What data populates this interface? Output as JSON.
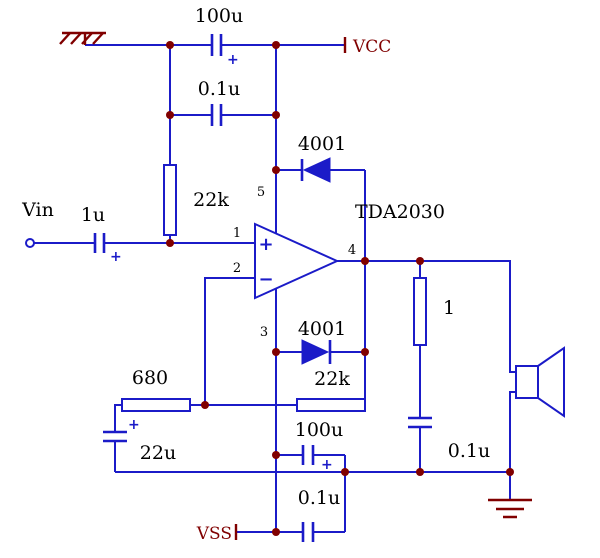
{
  "schematic": {
    "type": "circuit-schematic",
    "ic_label": "TDA2030",
    "input_label": "Vin",
    "polarity": "+",
    "power": {
      "vcc": "VCC",
      "vss": "VSS"
    },
    "pins": {
      "p1": "1",
      "p2": "2",
      "p3": "3",
      "p4": "4",
      "p5": "5"
    },
    "opamp": {
      "noninv": "+",
      "inv": "−"
    },
    "components": {
      "c_vcc_bulk": "100u",
      "c_vcc_hf": "0.1u",
      "r_bias": "22k",
      "c_in": "1u",
      "d_top": "4001",
      "d_bottom": "4001",
      "r_fb": "22k",
      "r_gain": "680",
      "c_gain": "22u",
      "c_vss_bulk": "100u",
      "c_vss_hf": "0.1u",
      "r_zobel": "1",
      "c_zobel": "0.1u"
    },
    "colors": {
      "wire": "#1b1bc8",
      "junction": "#800000",
      "power_label": "#800000",
      "component_label": "#000000",
      "background": "#ffffff"
    }
  }
}
